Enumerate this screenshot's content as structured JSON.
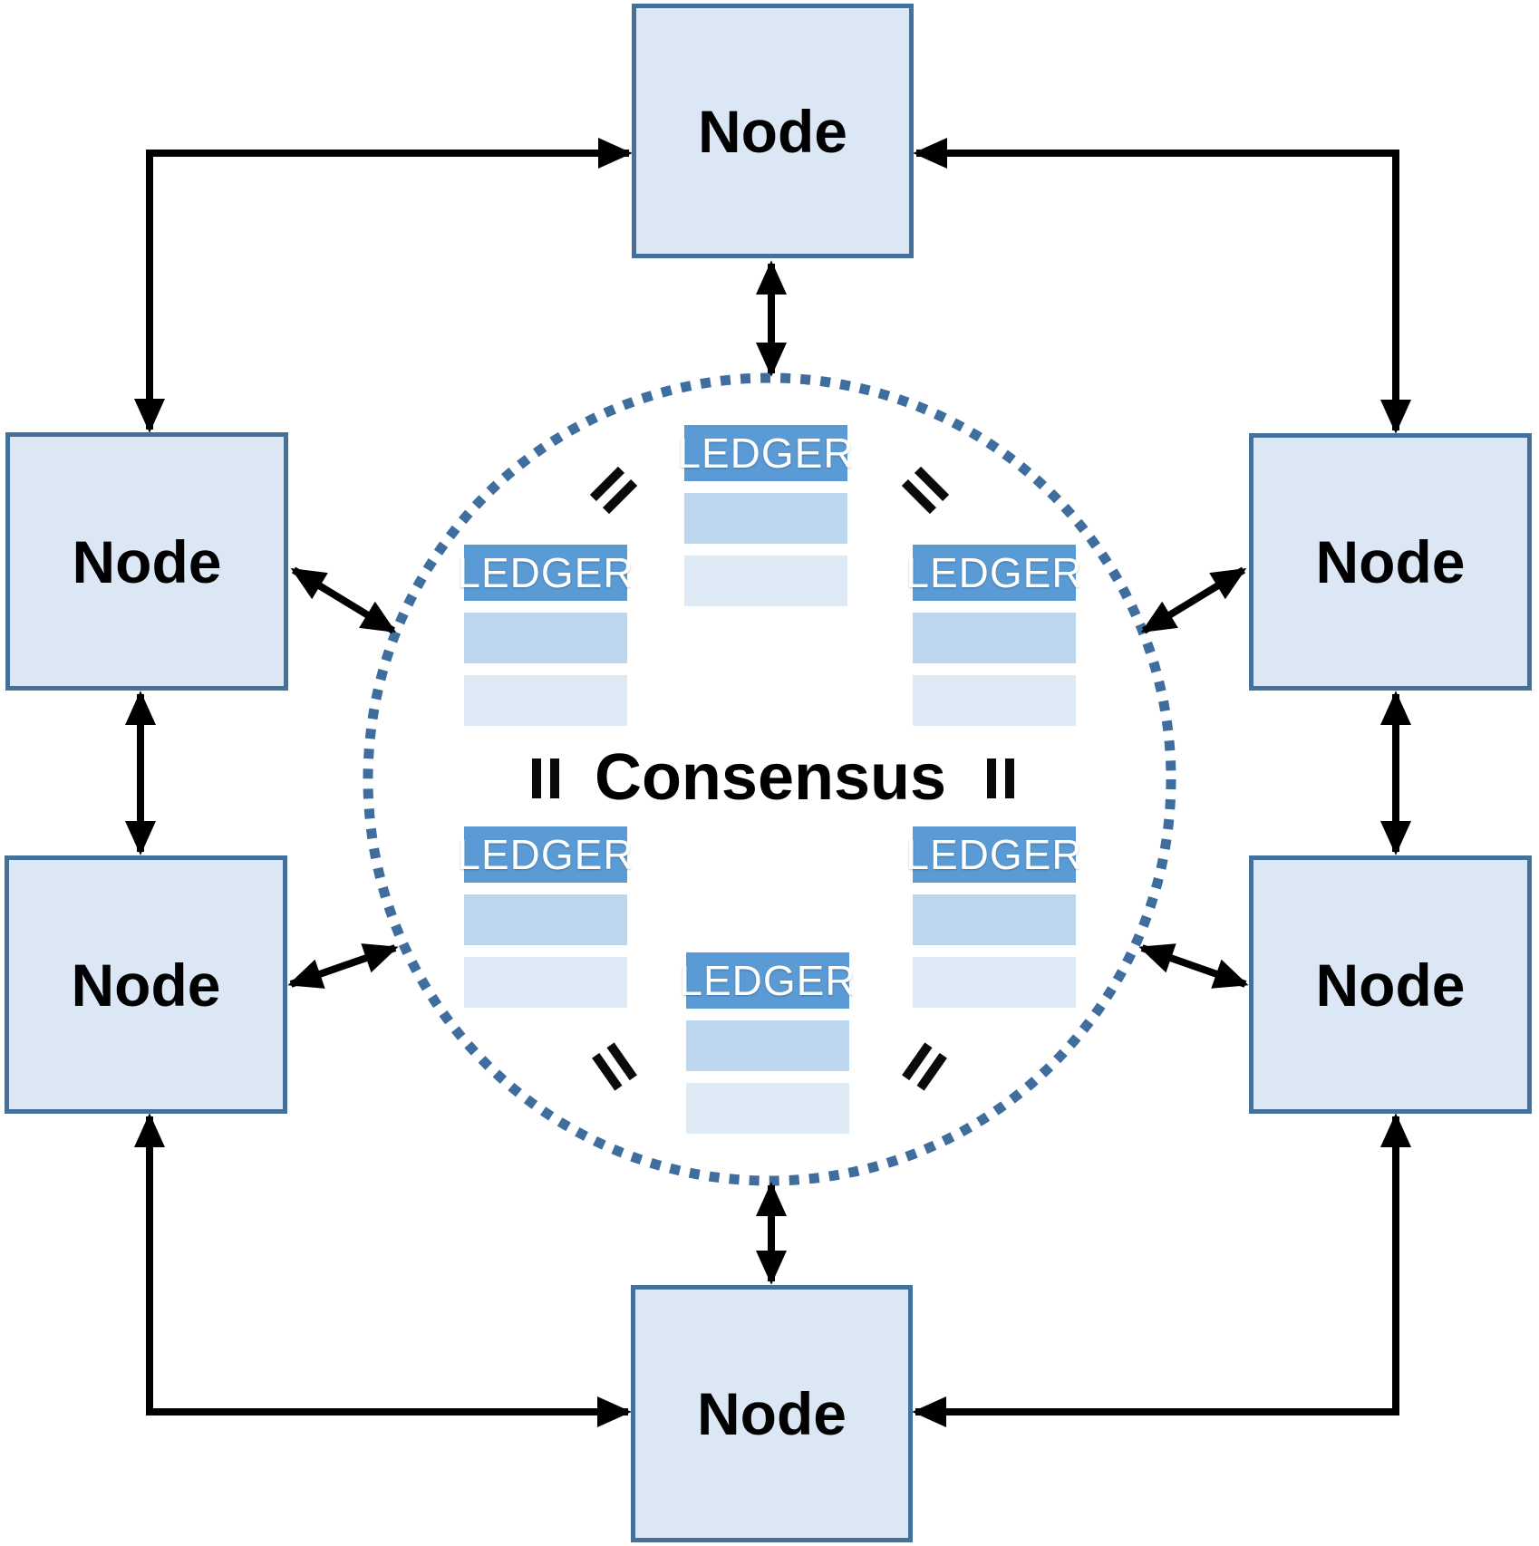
{
  "diagram": {
    "type": "peer-to-peer distributed ledger consensus network",
    "node_label": "Node",
    "node_count": 6,
    "node_positions": [
      "top",
      "upper-left",
      "upper-right",
      "lower-left",
      "lower-right",
      "bottom"
    ],
    "consensus_label": "Consensus",
    "ledger": {
      "header_label": "LEDGER",
      "table_count": 6,
      "rows_per_table": 2,
      "table_positions": [
        "top-center",
        "middle-left",
        "middle-right",
        "lower-left",
        "lower-right",
        "bottom-center"
      ]
    },
    "equals_mark_count": 6,
    "connections": {
      "node_to_circle_arrows": 6,
      "node_to_node_arrows": 6,
      "style": "double-headed black arrows"
    },
    "colors": {
      "node_fill": "#dbe7f5",
      "node_border": "#44719c",
      "ledger_header_fill": "#5b9bd5",
      "ledger_header_text": "#ffffff",
      "ledger_row1_fill": "#bdd7ee",
      "ledger_row2_fill": "#deebf7",
      "circle_dot": "#3f6e9e",
      "connector": "#000000",
      "equals_mark": "#0a0a0a",
      "node_text": "#000000",
      "consensus_text": "#000000",
      "background": "#ffffff"
    }
  }
}
